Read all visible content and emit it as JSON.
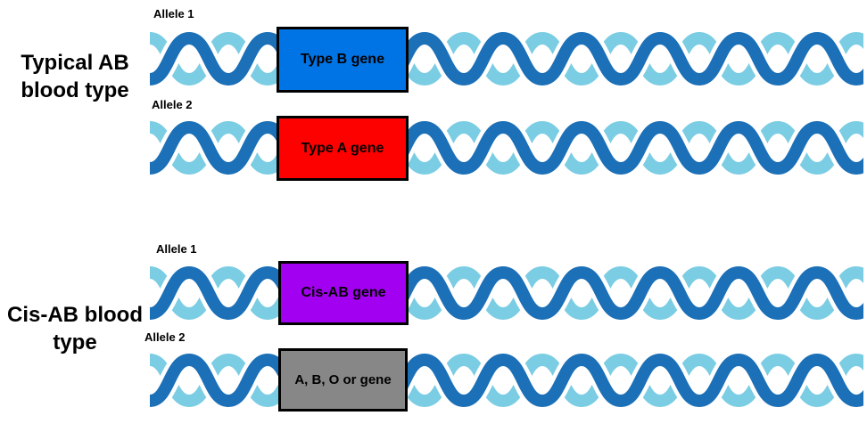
{
  "groups": [
    {
      "label": "Typical AB blood type"
    },
    {
      "label": "Cis-AB blood type"
    }
  ],
  "rows": [
    {
      "allele_label": "Allele 1",
      "gene_label": "Type B gene",
      "gene_color": "#0074E4"
    },
    {
      "allele_label": "Allele 2",
      "gene_label": "Type A gene",
      "gene_color": "#FD0000"
    },
    {
      "allele_label": "Allele 1",
      "gene_label": "Cis-AB gene",
      "gene_color": "#A200F0"
    },
    {
      "allele_label": "Allele 2",
      "gene_label": "A, B, O or gene",
      "gene_color": "#878787"
    }
  ],
  "colors": {
    "strand_light": "#7BCDE4",
    "strand_dark": "#1C70B7",
    "box_border": "#000000",
    "background": "#FFFFFF"
  }
}
